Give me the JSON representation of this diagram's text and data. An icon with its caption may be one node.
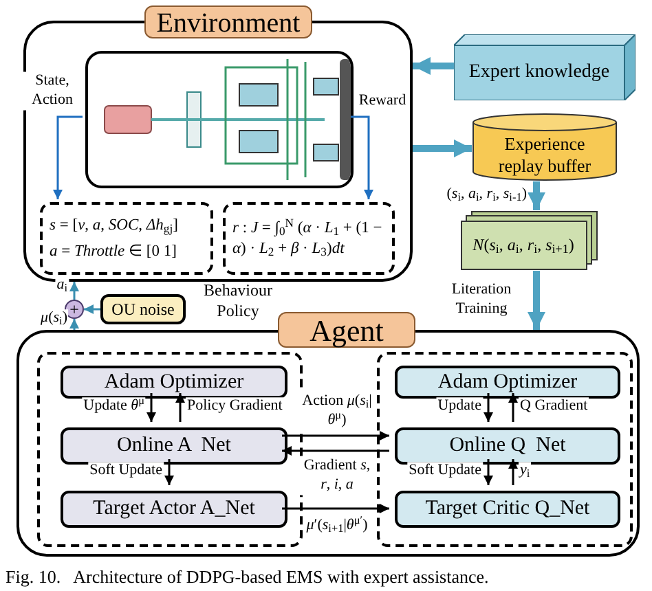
{
  "diagram": {
    "caption": "Fig. 10.   Architecture of DDPG-based EMS with expert assistance.",
    "nodes": [
      {
        "text": [
          "Environment"
        ]
      },
      {
        "text": [],
        "shape": "picture",
        "in": 0
      },
      {
        "text": [
          "*s* = [*v*, *a*, *SOC*, *Δh*$_{gj}$]",
          "*a* = *Throttle* ∈ [0 1]"
        ],
        "in": 0
      },
      {
        "text": [
          "*r* : *J* = ∫$_{0}$$^{N}$ (*α* · *L*$_{1}$ + (1 − *α*) · *L*$_{2}$ + *β* · *L*$_{3}$)*dt*"
        ],
        "in": 0
      },
      {
        "text": [
          "Expert knowledge"
        ]
      },
      {
        "text": [
          "Experience replay buffer"
        ]
      },
      {
        "text": [
          "*N*(*s*$_{i}$, *a*$_{i}$, *r*$_{i}$, *s*$_{i+1}$)"
        ]
      },
      {
        "text": [
          "OU noise"
        ]
      },
      {
        "text": [
          "+"
        ]
      },
      {
        "text": [
          "Agent"
        ]
      },
      {
        "text": [],
        "shape": "box",
        "in": 9
      },
      {
        "text": [
          "Adam Optimizer"
        ],
        "in": 10
      },
      {
        "text": [
          "Online A  Net"
        ],
        "in": 10
      },
      {
        "text": [
          "Target Actor A_Net"
        ],
        "in": 10
      },
      {
        "text": [],
        "shape": "box",
        "in": 9
      },
      {
        "text": [
          "Adam Optimizer"
        ],
        "in": 14
      },
      {
        "text": [
          "Online Q  Net"
        ],
        "in": 14
      },
      {
        "text": [
          "Target Critic Q_Net"
        ],
        "in": 14
      }
    ],
    "edges": [
      {
        "from": 4,
        "to": 0,
        "arrow": "to",
        "style": "thick",
        "color": "#4fa3c2"
      },
      {
        "from": 0,
        "to": 5,
        "arrow": "to",
        "style": "thick",
        "color": "#4fa3c2"
      },
      {
        "from": 5,
        "to": 6,
        "arrow": "to",
        "style": "thick",
        "color": "#4fa3c2",
        "label": "(*s*$_{i}$, *a*$_{i}$, *r*$_{i}$, *s*$_{i-1}$)"
      },
      {
        "from": 6,
        "to": 9,
        "arrow": "to",
        "style": "thick",
        "color": "#4fa3c2",
        "label": "Literation Training"
      },
      {
        "from": 1,
        "to": 2,
        "arrow": "to",
        "color": "#1f6fc0",
        "label": "State, Action"
      },
      {
        "from": 1,
        "to": 3,
        "arrow": "to",
        "color": "#1f6fc0",
        "label": "Reward"
      },
      {
        "from": 7,
        "to": 8,
        "arrow": "to",
        "color": "#3a8fb0"
      },
      {
        "from": 8,
        "to": 0,
        "arrow": "to",
        "color": "#3a8fb0",
        "label": "*a*$_{i}$"
      },
      {
        "from": 9,
        "to": 8,
        "arrow": "to",
        "color": "#3a8fb0",
        "label": "*μ*(*s*$_{i}$)"
      },
      {
        "from": 11,
        "to": 12,
        "arrow": "to",
        "label": "Update *θ*$^{μ}$"
      },
      {
        "from": 12,
        "to": 11,
        "arrow": "to",
        "label": "Policy Gradient"
      },
      {
        "from": 12,
        "to": 13,
        "arrow": "to",
        "label": "Soft Update"
      },
      {
        "from": 12,
        "to": 16,
        "arrow": "to",
        "label": "Action *μ*(*s*$_{i}$|*θ*$^{μ}$)"
      },
      {
        "from": 16,
        "to": 12,
        "arrow": "to",
        "label": "Gradient *s*, *r*, *i*, *a*"
      },
      {
        "from": 13,
        "to": 17,
        "arrow": "to",
        "label": "*μ*′(*s*$_{i+1}$|*θ*$^{μ′}$)"
      },
      {
        "from": 15,
        "to": 16,
        "arrow": "to",
        "label": "Update"
      },
      {
        "from": 16,
        "to": 15,
        "arrow": "to",
        "label": "Q Gradient"
      },
      {
        "from": 16,
        "to": 17,
        "arrow": "to",
        "label": "Soft Update"
      },
      {
        "from": 17,
        "to": 16,
        "arrow": "to",
        "label": "*y*$_{i}$"
      }
    ],
    "labels": [
      "Behaviour Policy"
    ]
  }
}
